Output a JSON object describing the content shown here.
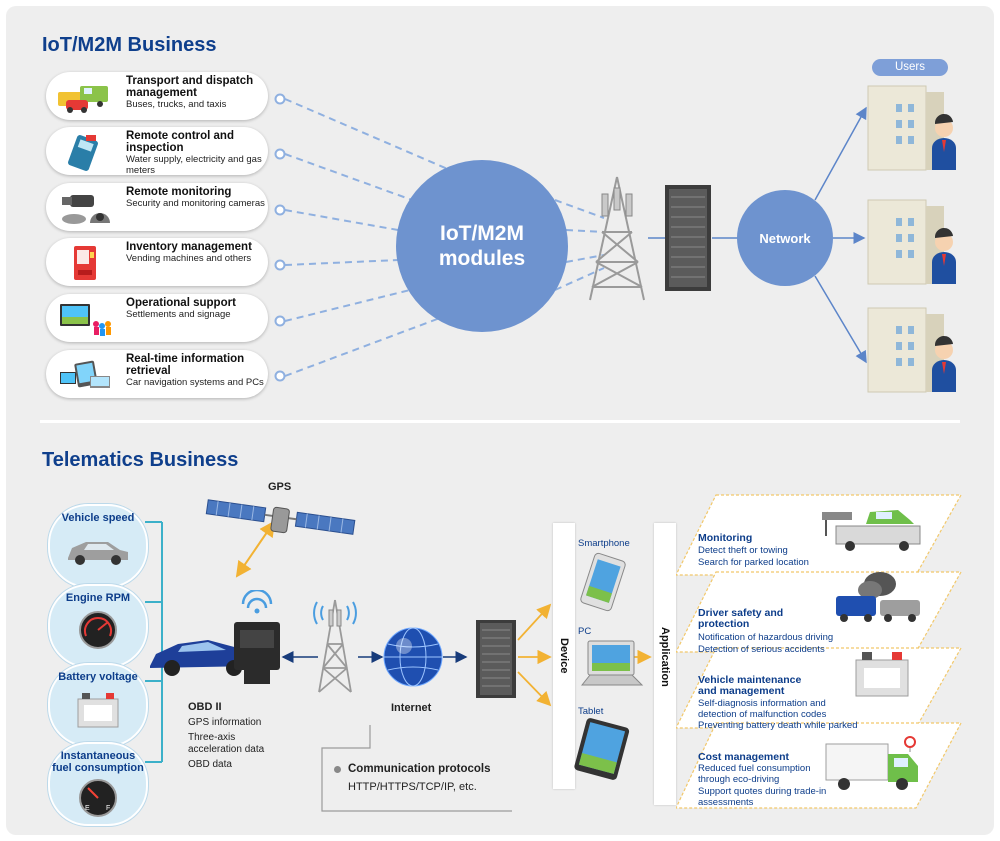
{
  "iot": {
    "title": "IoT/M2M Business",
    "items": [
      {
        "title": "Transport and dispatch management",
        "sub": "Buses, trucks, and taxis",
        "icon": "vehicles-icon"
      },
      {
        "title": "Remote control and inspection",
        "sub": "Water supply, electricity and gas meters",
        "icon": "meter-icon"
      },
      {
        "title": "Remote monitoring",
        "sub": "Security and monitoring cameras",
        "icon": "camera-icon"
      },
      {
        "title": "Inventory management",
        "sub": "Vending machines and others",
        "icon": "vending-machine-icon"
      },
      {
        "title": "Operational support",
        "sub": "Settlements and signage",
        "icon": "signage-icon"
      },
      {
        "title": "Real-time information retrieval",
        "sub": "Car navigation systems and PCs",
        "icon": "devices-icon"
      }
    ],
    "modules": "IoT/M2M\nmodules",
    "network": "Network",
    "users": "Users"
  },
  "telematics": {
    "title": "Telematics Business",
    "vehicle_data": [
      "Vehicle speed",
      "Engine RPM",
      "Battery voltage",
      "Instantaneous fuel consumption"
    ],
    "gps": "GPS",
    "obd_title": "OBD II",
    "obd_items": [
      "GPS information",
      "Three-axis acceleration data",
      "OBD data"
    ],
    "internet": "Internet",
    "protocols_title": "Communication protocols",
    "protocols": "HTTP/HTTPS/TCP/IP, etc.",
    "device": "Device",
    "devices": [
      "Smartphone",
      "PC",
      "Tablet"
    ],
    "application": "Application",
    "apps": [
      {
        "title": "Monitoring",
        "desc": [
          "Detect theft or towing",
          "Search for parked location"
        ]
      },
      {
        "title": "Driver safety and protection",
        "desc": [
          "Notification of hazardous driving",
          "Detection of serious accidents"
        ]
      },
      {
        "title": "Vehicle maintenance and management",
        "desc": [
          "Self-diagnosis information and detection of malfunction codes",
          "Preventing battery death while parked"
        ]
      },
      {
        "title": "Cost management",
        "desc": [
          "Reduced fuel consumption through eco-driving",
          "Support quotes during trade-in assessments"
        ]
      }
    ]
  },
  "colors": {
    "brand": "#0f3f8c",
    "circle": "#6e93cf",
    "accent_arrow": "#f2b233"
  }
}
